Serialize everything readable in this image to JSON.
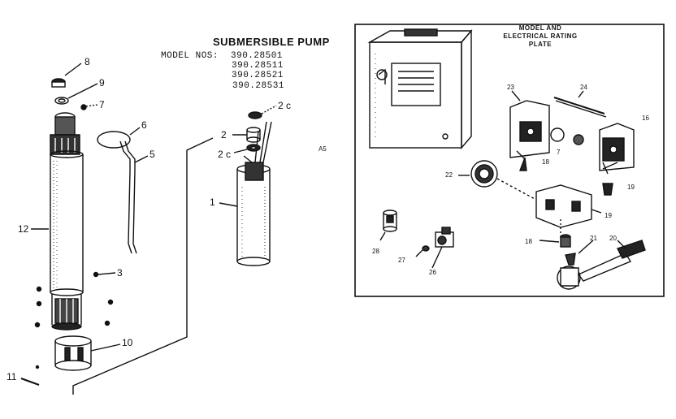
{
  "header": {
    "title": "SUBMERSIBLE PUMP",
    "model_label": "MODEL NOS:",
    "model_numbers": [
      "390.28501",
      "390.28511",
      "390.28521",
      "390.28531"
    ]
  },
  "box_header": {
    "line1": "MODEL AND",
    "line2": "ELECTRICAL RATING",
    "line3": "PLATE"
  },
  "side_code": "A5",
  "callouts_pump": [
    "8",
    "9",
    "7",
    "6",
    "5",
    "12",
    "3",
    "10",
    "11"
  ],
  "callouts_motor": [
    "2 c",
    "2",
    "2 c",
    "1"
  ],
  "callouts_box": [
    "23",
    "24",
    "16",
    "7",
    "18",
    "22",
    "19",
    "28",
    "27",
    "26",
    "18",
    "21",
    "20",
    "19"
  ]
}
